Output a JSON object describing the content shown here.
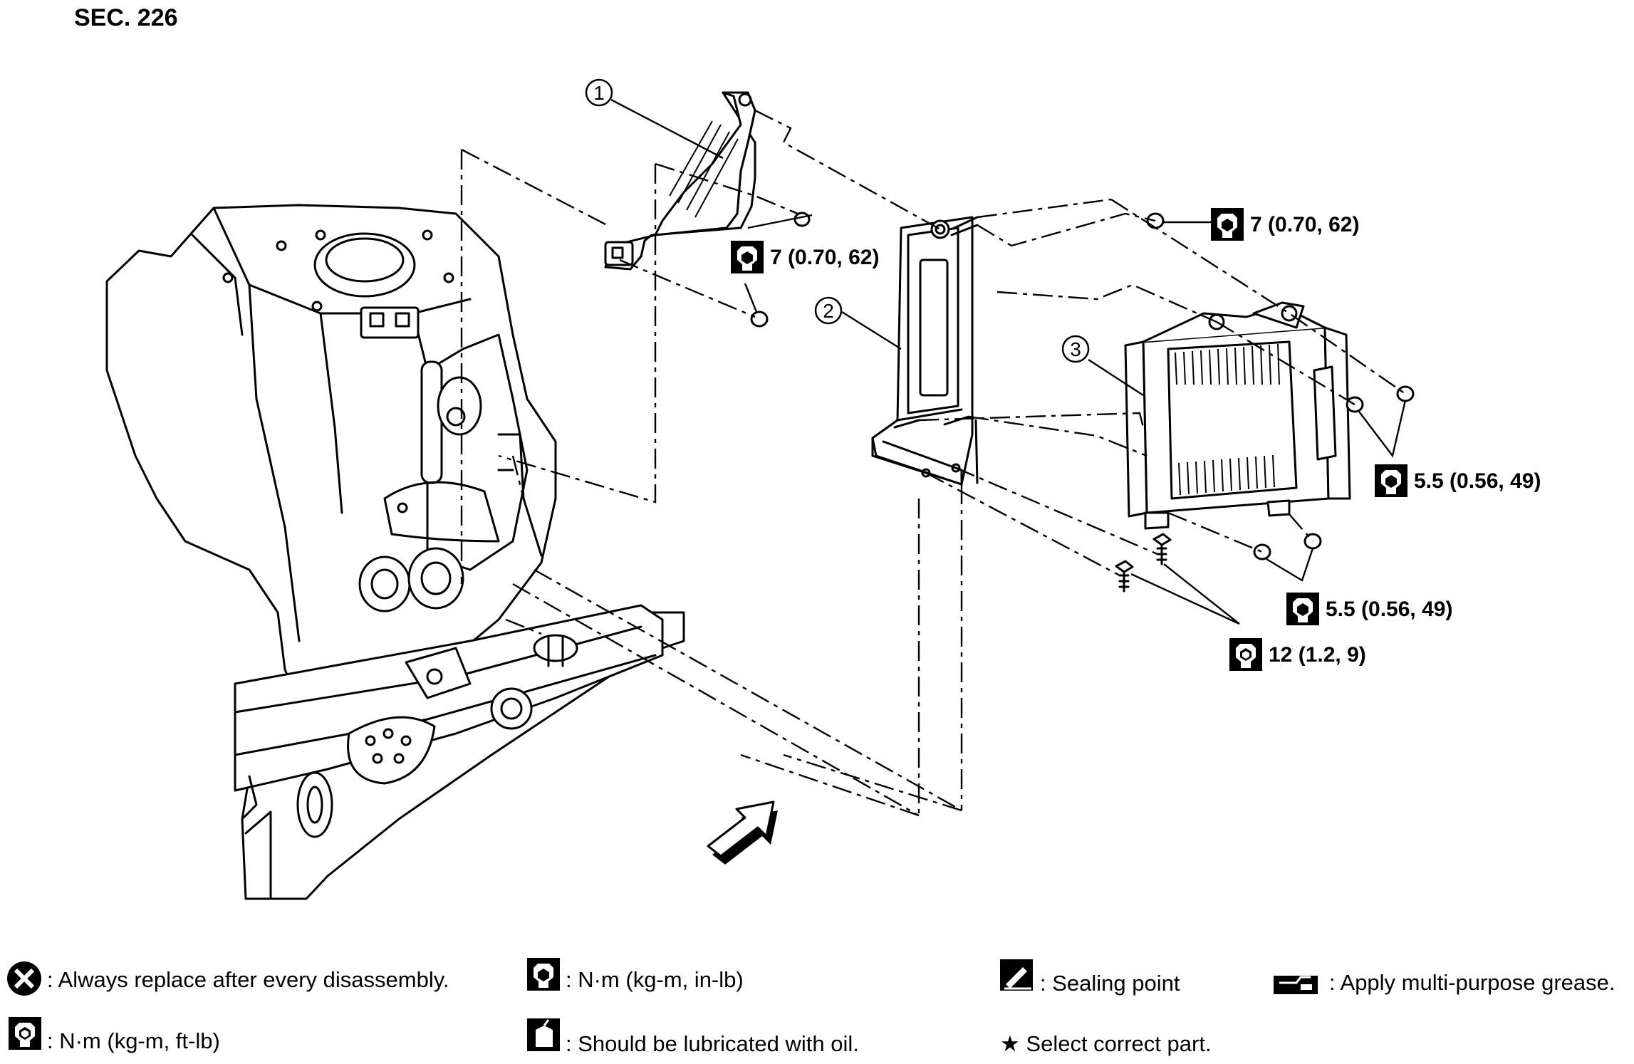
{
  "section_label": "SEC. 226",
  "callouts": [
    {
      "number": "1"
    },
    {
      "number": "2"
    },
    {
      "number": "3"
    }
  ],
  "torque_specs": [
    {
      "icon": "torque-wrench-icon",
      "value": "7 (0.70, 62)"
    },
    {
      "icon": "torque-wrench-icon",
      "value": "7 (0.70, 62)"
    },
    {
      "icon": "torque-wrench-icon",
      "value": "5.5 (0.56, 49)"
    },
    {
      "icon": "torque-wrench-icon",
      "value": "5.5 (0.56, 49)"
    },
    {
      "icon": "torque-wrench-outline-icon",
      "value": "12 (1.2, 9)"
    }
  ],
  "legend": [
    {
      "icon": "replace-x-icon",
      "text": ": Always replace after every disassembly."
    },
    {
      "icon": "torque-wrench-icon",
      "text": ": N·m (kg-m, in-lb)"
    },
    {
      "icon": "sealing-point-icon",
      "text": ": Sealing point"
    },
    {
      "icon": "grease-gun-icon",
      "text": ": Apply multi-purpose grease."
    },
    {
      "icon": "torque-wrench-outline-icon",
      "text": ": N·m (kg-m, ft-lb)"
    },
    {
      "icon": "oil-can-icon",
      "text": ": Should be lubricated with oil."
    },
    {
      "icon": "star-icon",
      "text": "★ Select correct part."
    }
  ],
  "colors": {
    "line": "#000000",
    "background": "#ffffff"
  }
}
